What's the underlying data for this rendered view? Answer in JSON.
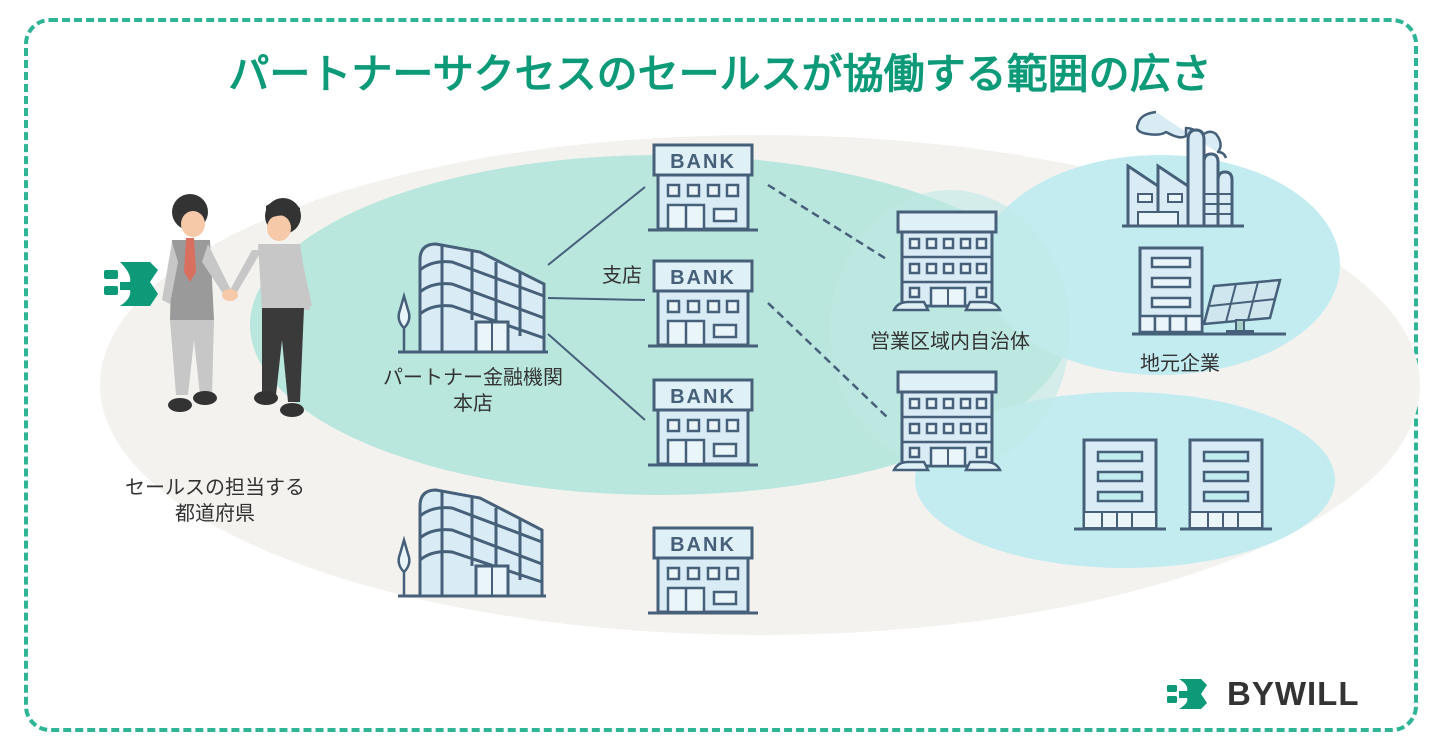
{
  "title": "パートナーサクセスのセールスが協働する範囲の広さ",
  "colors": {
    "brand_green": "#0d9a78",
    "frame_dash": "#2fb596",
    "region_prefecture": "#f3f2ef",
    "region_partner": "#b9e6dd",
    "region_municipal": "#c3ecf0",
    "icon_stroke": "#46607a",
    "icon_fill": "#d9ecf5"
  },
  "labels": {
    "prefecture": [
      "セールスの担当する",
      "都道府県"
    ],
    "partner_hq": [
      "パートナー金融機関",
      "本店"
    ],
    "branch": "支店",
    "municipality": "営業区域内自治体",
    "local_business": "地元企業",
    "bank_sign": "BANK"
  },
  "logo": {
    "icon": "bywill-b-icon",
    "text": "BYWILL"
  },
  "icons": {
    "people": "handshake-people-icon",
    "hq": "office-building-icon",
    "bank": "bank-branch-icon",
    "city_hall": "city-hall-icon",
    "factory": "factory-icon",
    "solar": "solar-panel-icon",
    "company": "company-building-icon"
  },
  "connections": [
    {
      "from": "partner-hq",
      "to": "branch-1",
      "style": "solid"
    },
    {
      "from": "partner-hq",
      "to": "branch-2",
      "style": "solid"
    },
    {
      "from": "partner-hq",
      "to": "branch-3",
      "style": "solid"
    },
    {
      "from": "branch-1",
      "to": "municipality-1",
      "style": "dashed"
    },
    {
      "from": "branch-2",
      "to": "municipality-2",
      "style": "dashed"
    }
  ]
}
